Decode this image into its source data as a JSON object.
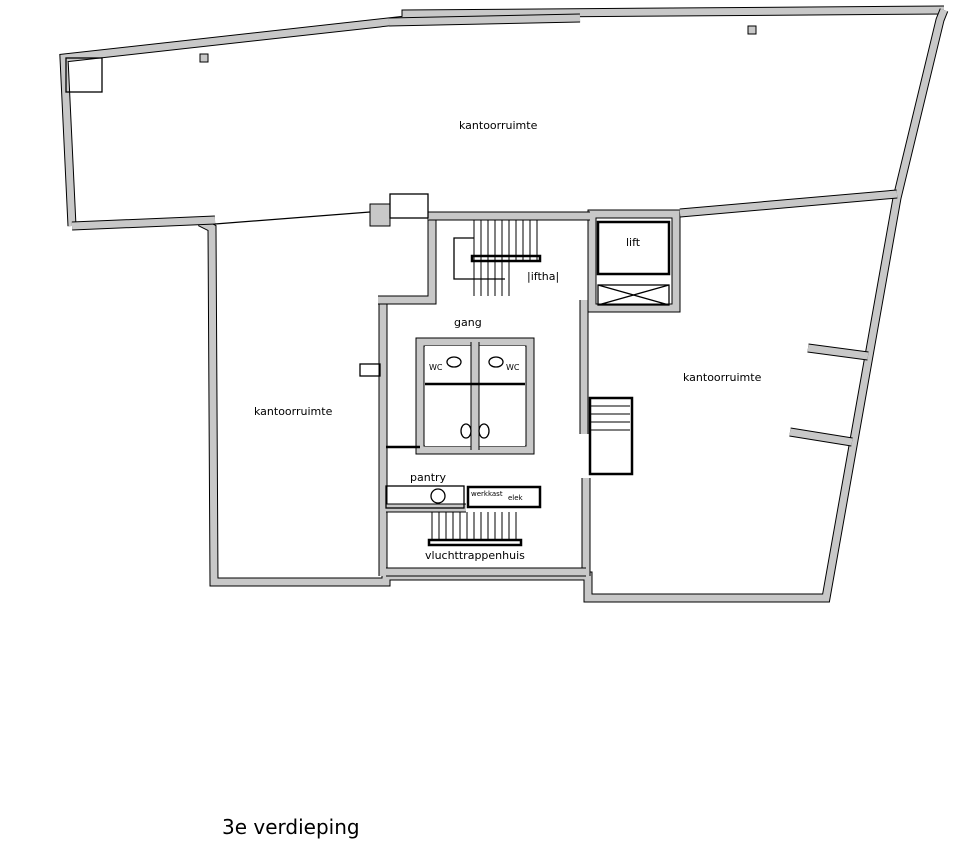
{
  "title": "3e verdieping",
  "rooms": {
    "office_north": "kantoorruimte",
    "office_west": "kantoorruimte",
    "office_east": "kantoorruimte",
    "lift": "lift",
    "lifthal": "|iftha|",
    "gang": "gang",
    "wc_left": "WC",
    "wc_right": "WC",
    "pantry": "pantry",
    "werkkast": "werkkast",
    "elek": "elek",
    "stairwell": "vluchttrappenhuis"
  },
  "colors": {
    "wall_fill": "#c8c8c8",
    "line": "#000000"
  }
}
